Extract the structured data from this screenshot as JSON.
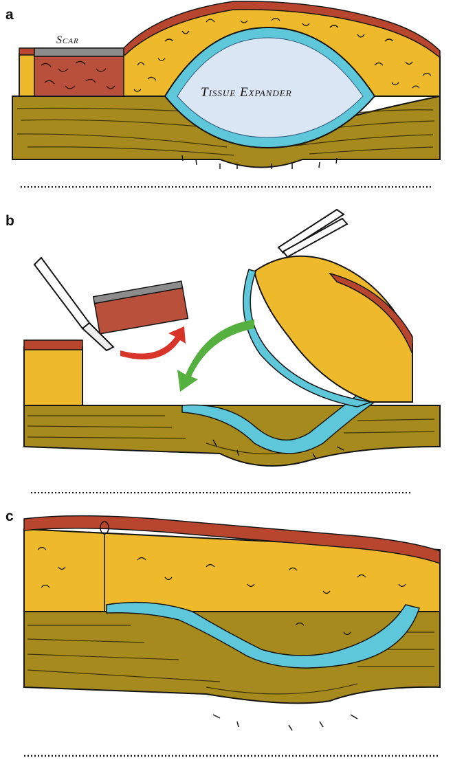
{
  "panels": [
    {
      "label": "a",
      "annotations": {
        "scar": "Scar",
        "expander": "Tissue Expander"
      }
    },
    {
      "label": "b"
    },
    {
      "label": "c"
    }
  ],
  "colors": {
    "epidermis": "#b8462e",
    "fat": "#eeba2c",
    "muscle": "#a68a1e",
    "capsule": "#5ec8da",
    "expander": "#dbe6f4",
    "scar": "#b8503c",
    "scar_top": "#8c8c8c",
    "red_arrow": "#d8342a",
    "green_arrow": "#55b040",
    "ink": "#151515"
  }
}
